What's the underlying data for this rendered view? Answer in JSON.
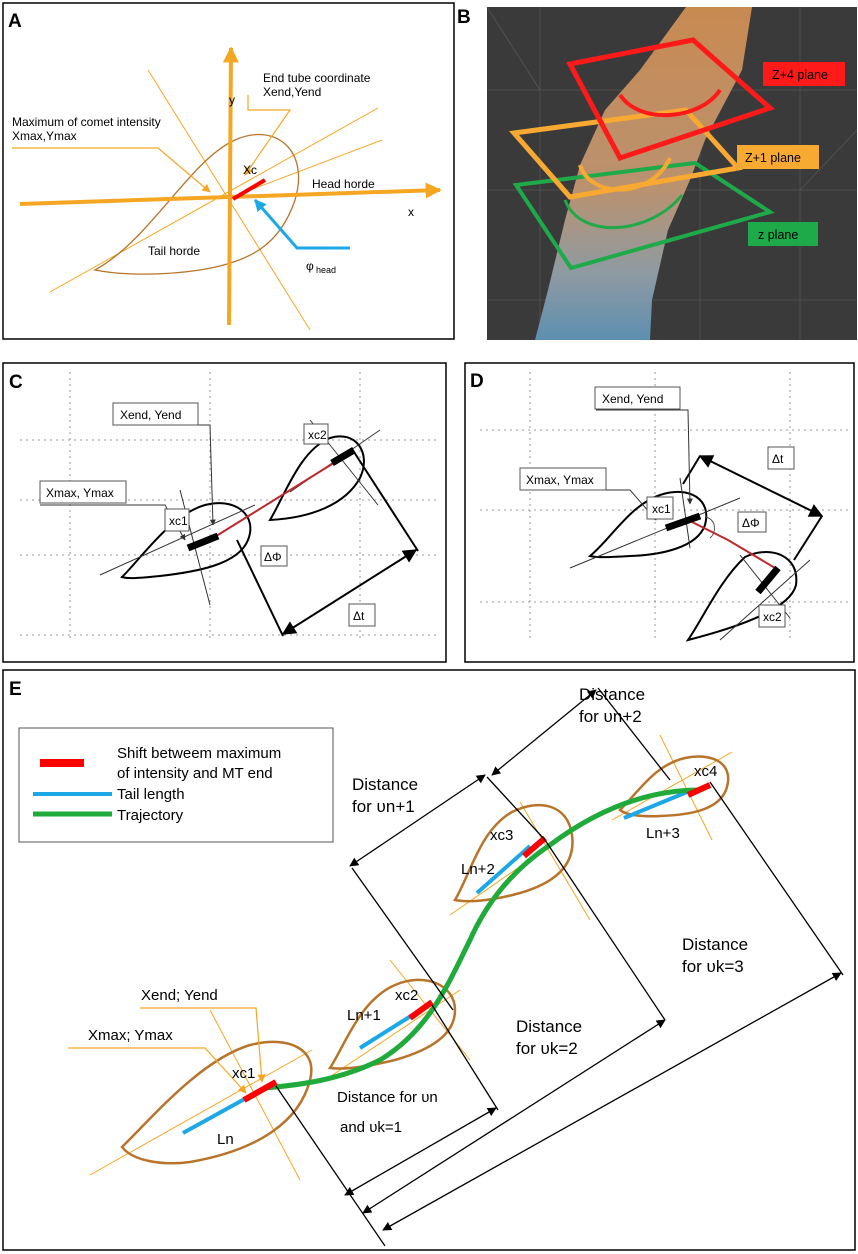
{
  "colors": {
    "axis": "#f5a623",
    "comet": "#b8742a",
    "shift": "#ff0000",
    "tail": "#1ca8e6",
    "trajectory": "#1faa3a",
    "zplus4": "#ff1a1a",
    "zplus1": "#f8a932",
    "zplane": "#1faa4a",
    "render_bg": "#3a3a3a"
  },
  "panels": {
    "a": {
      "letter": "A",
      "y_label": "y",
      "x_label": "x",
      "end_tube_line1": "End tube coordinate",
      "end_tube_line2": "Xend,Yend",
      "max_intensity_line1": "Maximum of comet intensity",
      "max_intensity_line2": "Xmax,Ymax",
      "xc_label": "Xc",
      "head_horde": "Head horde",
      "tail_horde": "Tail horde",
      "phi_main": "φ",
      "phi_sub": "head"
    },
    "b": {
      "letter": "B",
      "z_plus4": "Z+4 plane",
      "z_plus1": "Z+1 plane",
      "z_plane": "z plane"
    },
    "c": {
      "letter": "C",
      "xend_yend": "Xend, Yend",
      "xmax_ymax": "Xmax, Ymax",
      "xc1": "xc1",
      "xc2": "xc2",
      "dphi": "ΔΦ",
      "dt": "Δt"
    },
    "d": {
      "letter": "D",
      "xend_yend": "Xend, Yend",
      "xmax_ymax": "Xmax, Ymax",
      "xc1": "xc1",
      "xc2": "xc2",
      "dphi": "ΔΦ",
      "dt": "Δt"
    },
    "e": {
      "letter": "E",
      "legend": {
        "shift_line1": "Shift betweem maximum",
        "shift_line2": "of intensity and MT end",
        "tail": "Tail length",
        "trajectory": "Trajectory"
      },
      "xend_yend": "Xend; Yend",
      "xmax_ymax": "Xmax; Ymax",
      "xc1": "xc1",
      "xc2": "xc2",
      "xc3": "xc3",
      "xc4": "xc4",
      "ln": "Ln",
      "ln1": "Ln+1",
      "ln2": "Ln+2",
      "ln3": "Ln+3",
      "dist_vn2_line1": "Distance",
      "dist_vn2_line2": "for υn+2",
      "dist_vn1_line1": "Distance",
      "dist_vn1_line2": "for υn+1",
      "dist_vn_line1": "Distance for υn",
      "dist_vn_line2": "and υk=1",
      "dist_vk2_line1": "Distance",
      "dist_vk2_line2": "for υk=2",
      "dist_vk3_line1": "Distance",
      "dist_vk3_line2": "for υk=3"
    }
  }
}
